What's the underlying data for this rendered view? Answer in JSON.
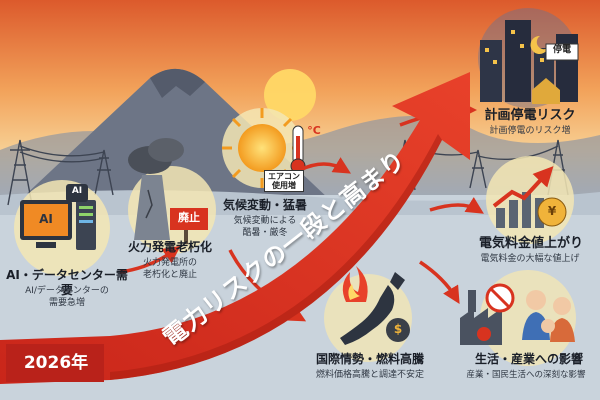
{
  "year_label": "2026年",
  "headline": "電力リスクの一段と高まり",
  "items": {
    "ai": {
      "title": "AI・データセンター需要",
      "desc_line1": "AI/データセンターの",
      "desc_line2": "需要急増",
      "icon_text": "AI",
      "badge_text": "AI"
    },
    "thermal": {
      "title": "火力発電老朽化",
      "desc_line1": "火力発電所の",
      "desc_line2": "老朽化と廃止",
      "sign_text": "廃止"
    },
    "climate": {
      "title": "気候変動・猛暑",
      "desc_line1": "気候変動による",
      "desc_line2": "酷暑・厳冬",
      "tag_line1": "エアコン",
      "tag_line2": "使用増",
      "thermo_unit": "°C"
    },
    "fuel": {
      "title": "国際情勢・燃料高騰",
      "desc": "燃料価格高騰と調達不安定",
      "coin_text": "$"
    },
    "blackout": {
      "title": "計画停電リスク",
      "desc": "計画停電のリスク増",
      "sign_text": "停電"
    },
    "price": {
      "title": "電気料金値上がり",
      "desc": "電気料金の大幅な値上げ",
      "coin_text": "¥"
    },
    "life": {
      "title": "生活・産業への影響",
      "desc": "産業・国民生活への深刻な影響"
    }
  },
  "colors": {
    "arrow": "#d8331f",
    "arrow_dark": "#a91f12",
    "sky_top": "#e8703a",
    "sky_mid": "#f5b266",
    "ground": "#c9d3dc"
  }
}
